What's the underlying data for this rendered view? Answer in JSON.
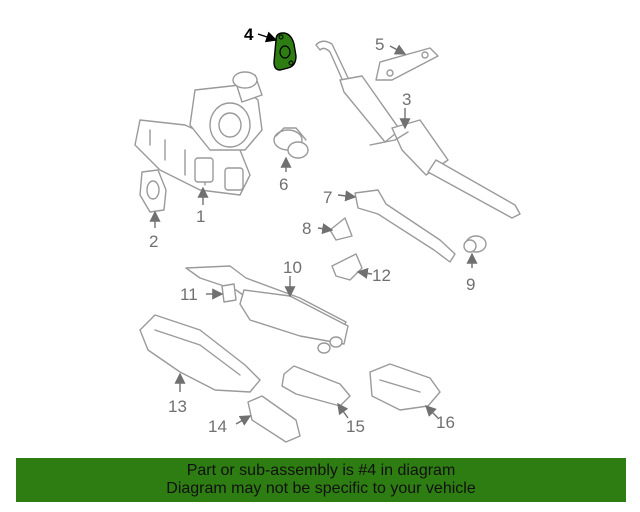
{
  "diagram": {
    "highlight_color": "#2e7d12",
    "callouts": [
      "1",
      "2",
      "3",
      "4",
      "5",
      "6",
      "7",
      "8",
      "9",
      "10",
      "11",
      "12",
      "13",
      "14",
      "15",
      "16"
    ],
    "highlighted_callout": "4"
  },
  "banner": {
    "line1": "Part or sub-assembly is #4 in diagram",
    "line2": "Diagram may not be specific to your vehicle",
    "background": "#2e7d12"
  }
}
